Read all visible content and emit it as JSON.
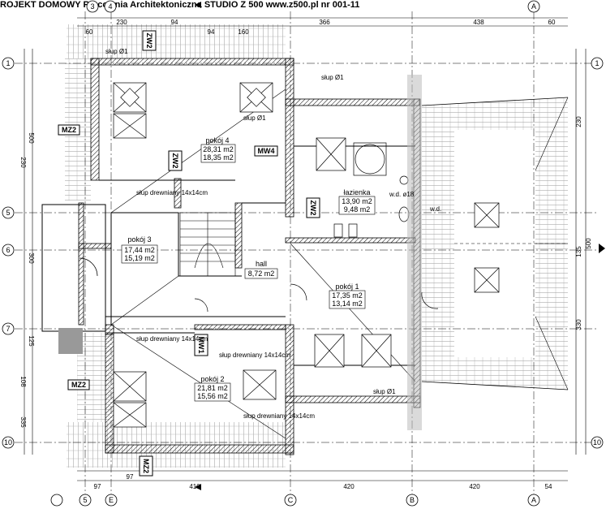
{
  "header": {
    "title": "ROJEKT DOMOWY Pracownia Architektoniczna STUDIO Z 500 www.z500.pl nr 001-11"
  },
  "grid": {
    "top": [
      "3",
      "4",
      "A"
    ],
    "bottom": [
      "5",
      "E",
      "C",
      "B",
      "A"
    ],
    "left": [
      "1",
      "5",
      "6",
      "7",
      "10"
    ],
    "right": [
      "1",
      "10"
    ]
  },
  "rooms": [
    {
      "name": "pokój 4",
      "area1": "28,31 m2",
      "area2": "18,35 m2"
    },
    {
      "name": "łazienka",
      "area1": "13,90 m2",
      "area2": "9,48 m2"
    },
    {
      "name": "pokój 3",
      "area1": "17,44 m2",
      "area2": "15,19 m2"
    },
    {
      "name": "hall",
      "area1": "8,72 m2",
      "area2": ""
    },
    {
      "name": "pokój 1",
      "area1": "17,35 m2",
      "area2": "13,14 m2"
    },
    {
      "name": "pokój 2",
      "area1": "21,81 m2",
      "area2": "15,56 m2"
    }
  ],
  "tags": [
    "MZ2",
    "MZ2",
    "ZW2",
    "ZW2",
    "MW4",
    "ZW2",
    "MW1",
    "MZ2"
  ],
  "notes": [
    "słup Ø1",
    "słup Ø1",
    "słup Ø1",
    "słup Ø1",
    "słup drewniany 14x14cm",
    "słup drewniany 14x14cm",
    "słup drewniany 14x14cm",
    "w.d. ø18",
    "w.d.",
    "słup drewniany 14x14cm"
  ],
  "dims_top": [
    "230",
    "94",
    "366",
    "438",
    "60",
    "94",
    "160",
    "60"
  ],
  "dims_bottom": [
    "97",
    "410",
    "420",
    "420",
    "97",
    "54"
  ],
  "dims_left": [
    "500",
    "300",
    "125",
    "230",
    "108",
    "335"
  ],
  "dims_right": [
    "330",
    "135",
    "230",
    "500"
  ]
}
